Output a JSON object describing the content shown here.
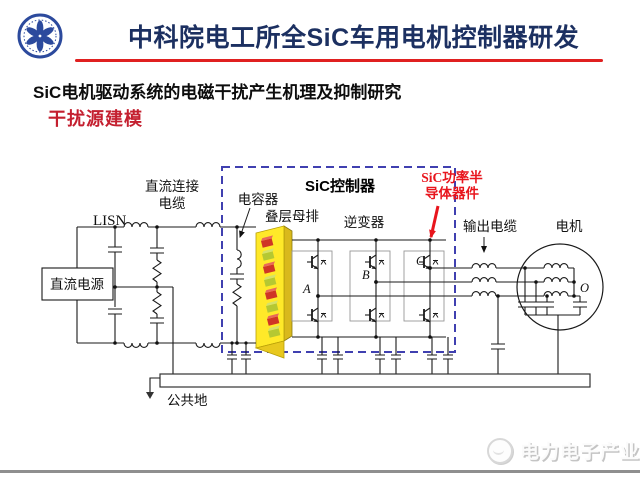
{
  "slide": {
    "title": "中科院电工所全SiC车用电机控制器研发",
    "subtitle": "SiC电机驱动系统的电磁干扰产生机理及抑制研究",
    "section_title": "干扰源建模",
    "colors": {
      "title": "#1c3061",
      "accent_red": "#e02020",
      "section_red": "#c41f2f",
      "annotation_red": "#e8151d",
      "dashed_box": "#4040b0",
      "busbar_yellow": "#ffe929"
    }
  },
  "diagram": {
    "labels": {
      "lisn": "LISN",
      "dc_source": "直流电源",
      "dc_cable_1": "直流连接",
      "dc_cable_2": "电缆",
      "capacitor": "电容器",
      "controller": "SiC控制器",
      "busbar": "叠层母排",
      "inverter": "逆变器",
      "sic_device_1": "SiC功率半",
      "sic_device_2": "导体器件",
      "output_cable": "输出电缆",
      "motor": "电机",
      "common_ground": "公共地",
      "phase_a": "A",
      "phase_b": "B",
      "phase_c": "C",
      "neutral_o": "O"
    }
  },
  "watermark": {
    "text": "电力电子产业"
  }
}
